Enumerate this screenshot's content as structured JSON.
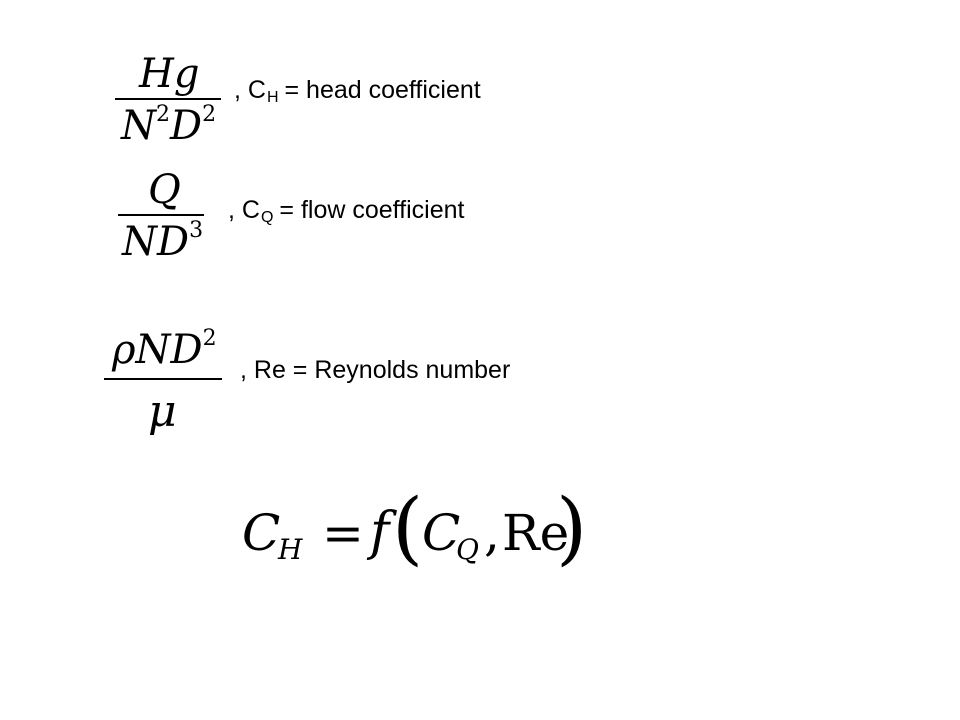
{
  "expressions": [
    {
      "numerator": "Hg",
      "denominator": [
        "N",
        "2",
        "D",
        "2"
      ],
      "label": {
        "prefix": ", C",
        "sub": "H",
        "rest": "= head coefficient"
      }
    },
    {
      "numerator": "Q",
      "denominator": [
        "ND",
        "3"
      ],
      "label": {
        "prefix": ", C",
        "sub": "Q",
        "rest": "= flow coefficient"
      }
    },
    {
      "numerator": [
        "ρND",
        "2"
      ],
      "denominator": "μ",
      "label": {
        "text": ", Re = Reynolds number"
      }
    }
  ],
  "relation": {
    "lhs": "C",
    "lhs_sub": "H",
    "equals": "=",
    "func": "f",
    "open": "(",
    "arg1": "C",
    "arg1_sub": "Q",
    "comma": ",",
    "arg2": "Re",
    "close": ")"
  }
}
